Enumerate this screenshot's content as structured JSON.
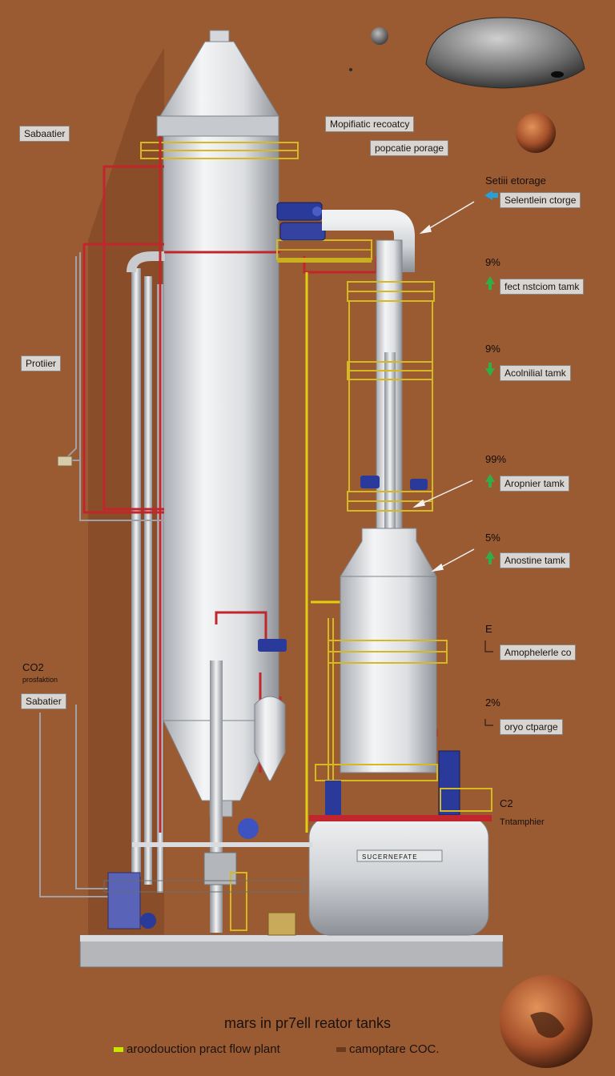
{
  "labels": {
    "left_sabatier": "Sabaatier",
    "left_protier": "Protiier",
    "left_co2": "CO2",
    "left_co2_sub": "prosfaktion",
    "left_sabatier2": "Sabatier",
    "top_mid1": "Mopifiatic recoatcy",
    "top_mid2": "popcatie porage",
    "right_head": "Setiii etorage",
    "right_1": "Selentlein ctorge",
    "pct_1": "9%",
    "right_2": "fect nstciom tamk",
    "pct_2": "9%",
    "right_3": "Acolnilial tamk",
    "pct_3": "99%",
    "right_4": "Aropnier tamk",
    "pct_4": "5%",
    "right_5": "Anostine tamk",
    "pct_5": "E",
    "right_6": "Amophelerle co",
    "pct_6": "2%",
    "right_7": "oryo ctparge",
    "right_c2": "C2",
    "right_trampher": "Tntamphier",
    "tank_plate": "SUCERNEFATE"
  },
  "caption": "mars in pr7ell reator tanks",
  "legend": [
    {
      "label": "aroodouction pract flow plant",
      "color": "#c8e600"
    },
    {
      "label": "camoptare COC.",
      "color": "#6b3a1e"
    }
  ],
  "colors": {
    "background": "#9a5a32",
    "pipe_red": "#c0262b",
    "pipe_yellow": "#e3cf12",
    "tank_white": "#e7e8ea",
    "rail_yellow": "#d6b820",
    "motor_blue": "#2a3a9a"
  }
}
